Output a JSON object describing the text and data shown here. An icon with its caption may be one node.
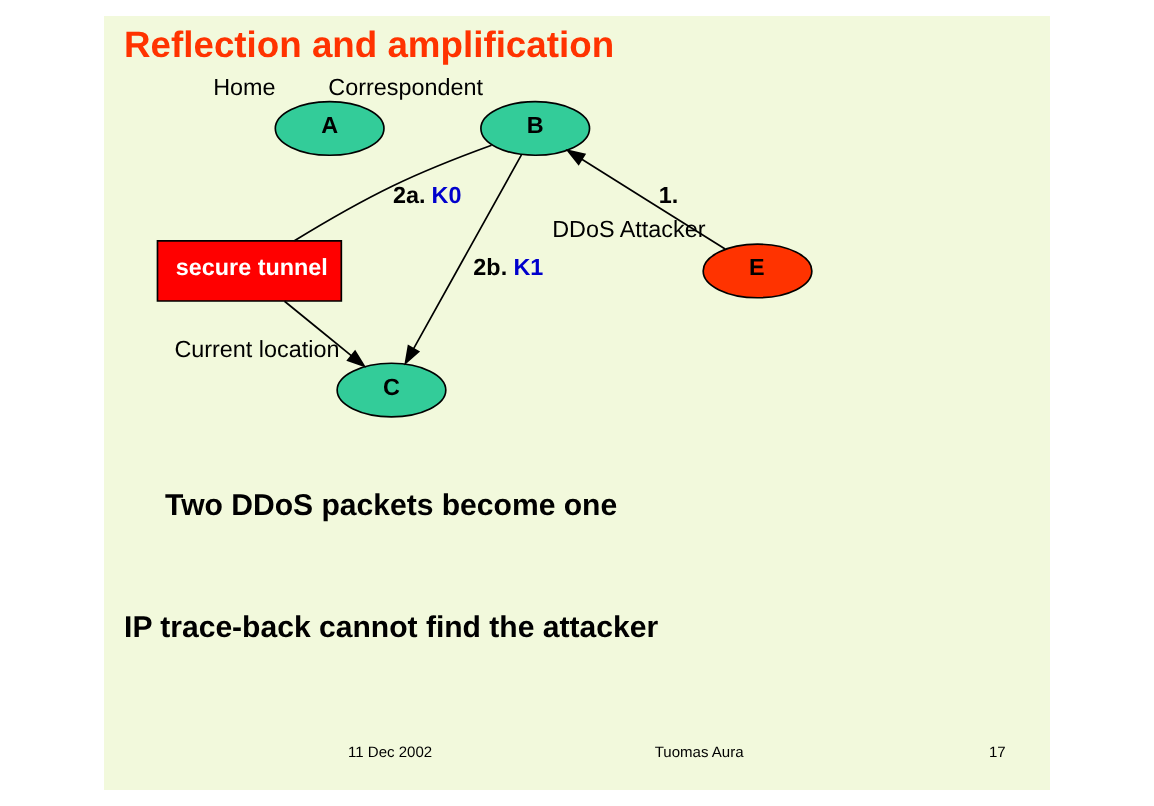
{
  "diagram": {
    "title": "Reflection and amplification",
    "nodes": [
      {
        "text": [
          "A"
        ],
        "beside": [
          "Home"
        ]
      },
      {
        "text": [
          "B"
        ],
        "beside": [
          "Correspondent"
        ]
      },
      {
        "text": [
          "secure tunnel"
        ]
      },
      {
        "text": [
          "E"
        ],
        "beside": [
          "DDoS Attacker"
        ]
      },
      {
        "text": [
          "C"
        ],
        "beside": [
          "Current location"
        ]
      }
    ],
    "edges": [
      {
        "from": 1,
        "to": 2,
        "arrow": "none",
        "label": "2a. K0"
      },
      {
        "from": 2,
        "to": 4,
        "arrow": "to"
      },
      {
        "from": 1,
        "to": 4,
        "arrow": "to",
        "label": "2b. K1"
      },
      {
        "from": 3,
        "to": 1,
        "arrow": "to",
        "label": "1."
      }
    ],
    "labels": [
      "Two DDoS packets become one",
      "IP trace-back cannot find the attacker",
      "11 Dec 2002",
      "Tuomas Aura",
      "17"
    ]
  }
}
